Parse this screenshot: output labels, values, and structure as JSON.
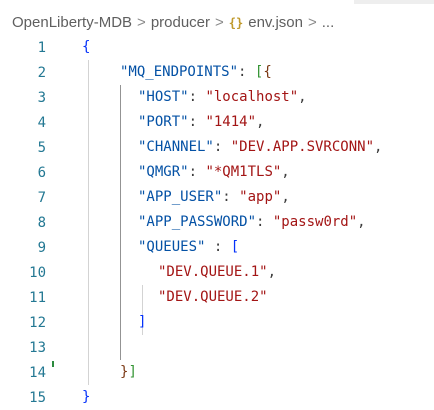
{
  "breadcrumb": {
    "items": [
      "OpenLiberty-MDB",
      "producer",
      "env.json",
      "..."
    ],
    "separator": ">",
    "file_icon_glyph": "{}",
    "file_icon": "json-file-icon"
  },
  "editor": {
    "line_numbers": [
      "1",
      "2",
      "3",
      "4",
      "5",
      "6",
      "7",
      "8",
      "9",
      "10",
      "11",
      "12",
      "13",
      "14",
      "15"
    ],
    "lines": [
      {
        "tokens": [
          "{"
        ]
      },
      {
        "tokens": [
          "\"MQ_ENDPOINTS\"",
          ": ",
          "[",
          "{"
        ]
      },
      {
        "tokens": [
          "\"HOST\"",
          ": ",
          "\"localhost\"",
          ","
        ]
      },
      {
        "tokens": [
          "\"PORT\"",
          ": ",
          "\"1414\"",
          ","
        ]
      },
      {
        "tokens": [
          "\"CHANNEL\"",
          ": ",
          "\"DEV.APP.SVRCONN\"",
          ","
        ]
      },
      {
        "tokens": [
          "\"QMGR\"",
          ": ",
          "\"*QM1TLS\"",
          ","
        ]
      },
      {
        "tokens": [
          "\"APP_USER\"",
          ": ",
          "\"app\"",
          ","
        ]
      },
      {
        "tokens": [
          "\"APP_PASSWORD\"",
          ": ",
          "\"passw0rd\"",
          ","
        ]
      },
      {
        "tokens": [
          "\"QUEUES\"",
          " : ",
          "["
        ]
      },
      {
        "tokens": [
          "\"DEV.QUEUE.1\"",
          ","
        ]
      },
      {
        "tokens": [
          "\"DEV.QUEUE.2\""
        ]
      },
      {
        "tokens": [
          "]"
        ]
      },
      {
        "tokens": []
      },
      {
        "tokens": [
          "}",
          "]"
        ]
      },
      {
        "tokens": [
          "}"
        ]
      }
    ]
  },
  "colors": {
    "line_number": "#237893",
    "json_key": "#0451a5",
    "json_string": "#a31515",
    "bracket_level_1": "#0431fa",
    "bracket_level_2": "#319331",
    "bracket_level_3": "#7b3814"
  }
}
